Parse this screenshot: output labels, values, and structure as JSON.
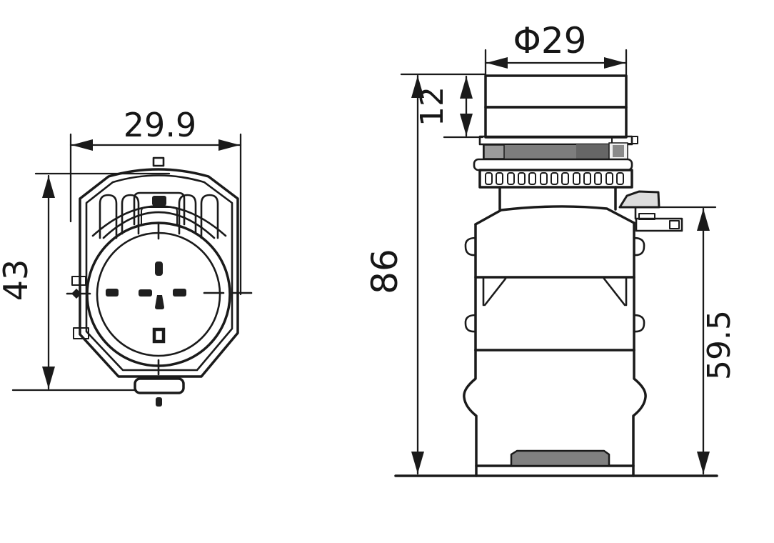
{
  "drawing": {
    "front_view": {
      "dim_width": "29.9",
      "dim_height": "43"
    },
    "side_view": {
      "dim_cap_diameter": "Φ29",
      "dim_cap_height": "12",
      "dim_overall_height": "86",
      "dim_body_height": "59.5"
    },
    "colors": {
      "line": "#1a1a1a",
      "bezel_gray": "#7d7d7d",
      "bezel_gray_dark": "#666666",
      "bezel_gray_light": "#9b9b9b",
      "bezel_white_segment": "#f1f1f1",
      "terminal_fill": "#dcdcdc",
      "base_bar_gray": "#808080",
      "background": "#ffffff"
    }
  }
}
